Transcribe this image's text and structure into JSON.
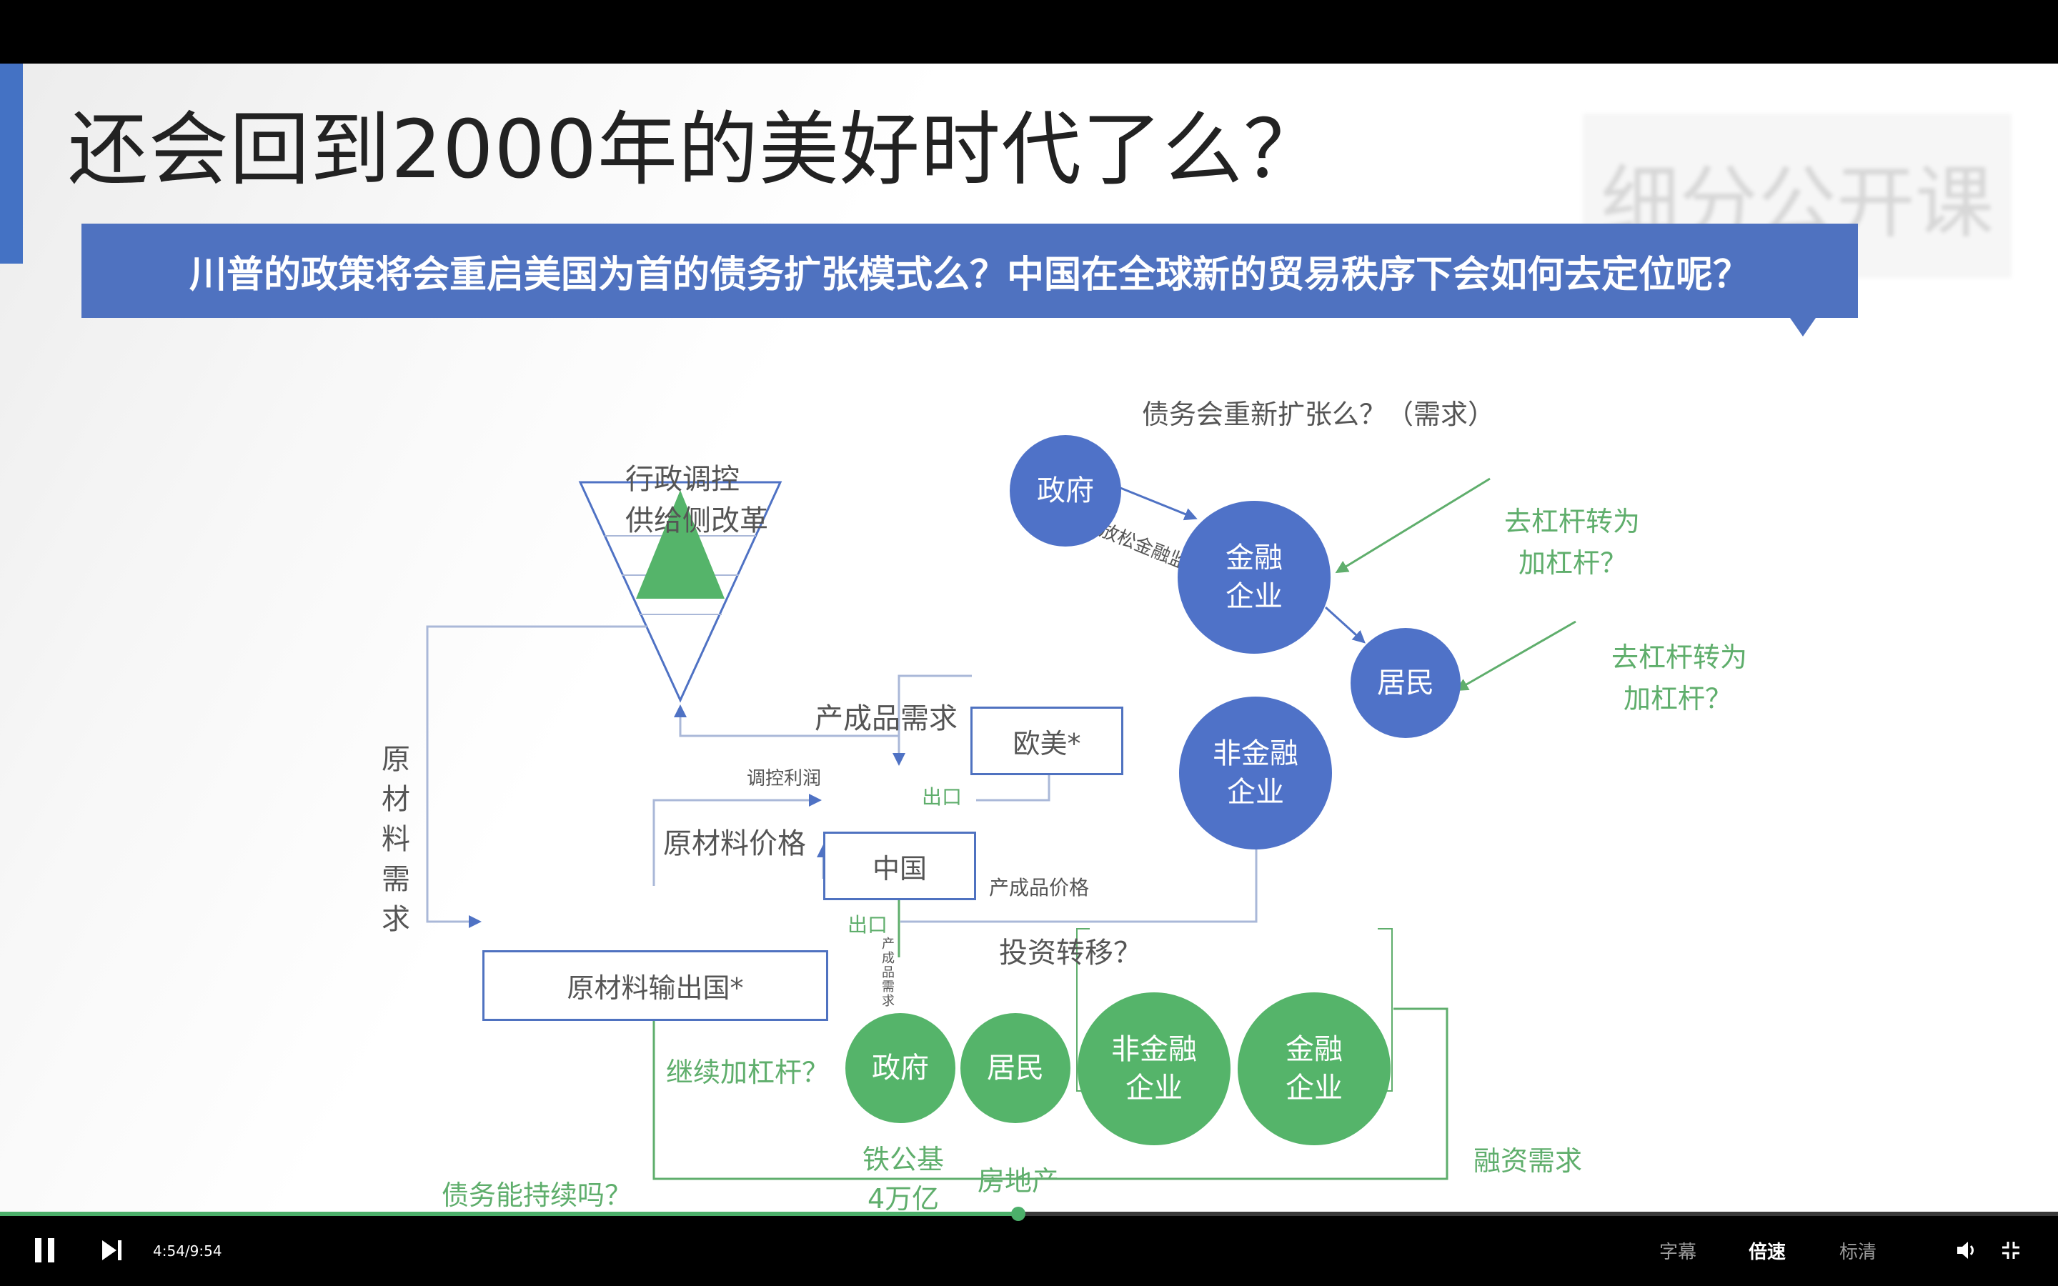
{
  "slide": {
    "title": "还会回到2000年的美好时代了么？",
    "banner": "川普的政策将会重启美国为首的债务扩张模式么？中国在全球新的贸易秩序下会如何去定位呢？",
    "watermark": "细分公开课"
  },
  "diagram": {
    "debt_question": "债务会重新扩张么？（需求）",
    "admin_control_1": "行政调控",
    "admin_control_2": "供给侧改革",
    "product_demand": "产成品需求",
    "euro_us": "欧美*",
    "export_1": "出口",
    "adjust_profit": "调控利润",
    "raw_price": "原材料价格",
    "china": "中国",
    "product_price": "产成品价格",
    "export_2": "出口",
    "product_demand_vertical": "产成品需求",
    "raw_demand_vertical": "原材料需求",
    "raw_exporter": "原材料输出国*",
    "invest_transfer": "投资转移？",
    "relax_regulation": "放松金融监管",
    "delever_1_line1": "去杠杆转为",
    "delever_1_line2": "加杠杆？",
    "delever_2_line1": "去杠杆转为",
    "delever_2_line2": "加杠杆？",
    "continue_leverage": "继续加杠杆？",
    "debt_sustainable": "债务能持续吗？",
    "infra_line1": "铁公基",
    "infra_line2": "4万亿",
    "real_estate": "房地产",
    "financing_demand": "融资需求",
    "blue_circles": {
      "gov": "政府",
      "fin_1": "金融",
      "fin_2": "企业",
      "resident": "居民",
      "nonfin_1": "非金融",
      "nonfin_2": "企业"
    },
    "green_circles": {
      "gov": "政府",
      "resident": "居民",
      "nonfin_1": "非金融",
      "nonfin_2": "企业",
      "fin_1": "金融",
      "fin_2": "企业"
    }
  },
  "player": {
    "time": "4:54/9:54",
    "progress": 0.4949,
    "subtitle_label": "字幕",
    "speed_label": "倍速",
    "quality_label": "标清"
  }
}
